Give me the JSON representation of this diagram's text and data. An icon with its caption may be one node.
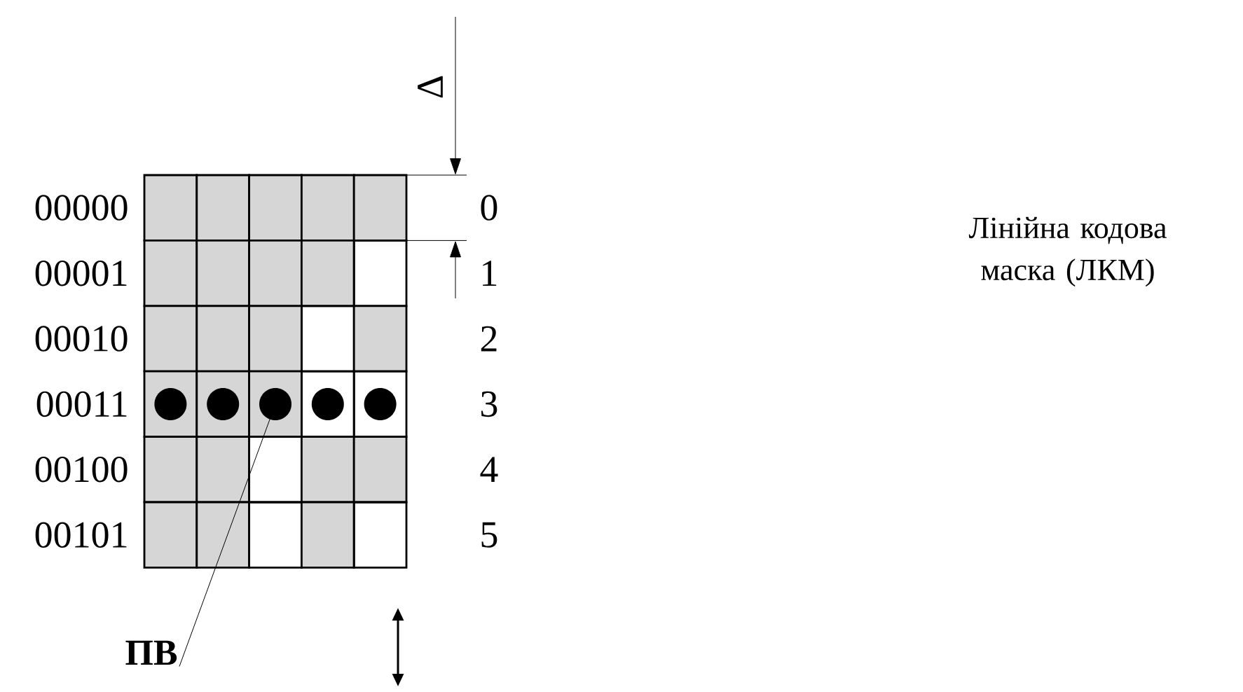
{
  "diagram": {
    "nodes": [
      {
        "text": [],
        "shape": "circle"
      },
      {
        "text": [],
        "shape": "circle"
      },
      {
        "text": [],
        "shape": "circle"
      },
      {
        "text": [],
        "shape": "circle"
      },
      {
        "text": [],
        "shape": "circle"
      },
      {
        "text": [
          "ПВ"
        ]
      }
    ],
    "edges": [
      {
        "from": 5,
        "to": 2,
        "arrow": "none"
      }
    ],
    "labels": [
      "Δ",
      "00000",
      "0",
      "00001",
      "1",
      "Лінійна кодова маска (ЛКМ)",
      "00010",
      "2",
      "00011",
      "3",
      "00100",
      "4",
      "00101",
      "5"
    ]
  }
}
